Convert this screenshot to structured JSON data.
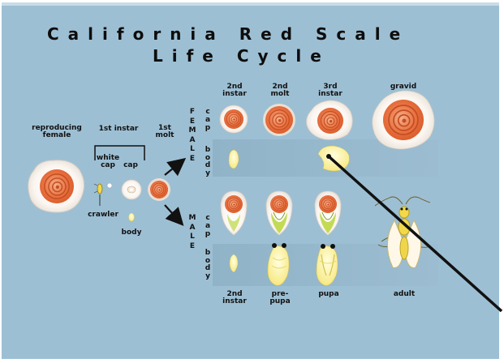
{
  "title": {
    "line1": "California Red Scale",
    "line2": "Life Cycle"
  },
  "colors": {
    "background": "#9dbfd3",
    "band": "#8fb1c6",
    "scale_orange": "#e8703f",
    "body_yellow": "#fdf2a3",
    "arrow": "#111111"
  },
  "labels": {
    "reproducing_female": [
      "reproducing",
      "female"
    ],
    "first_instar": "1st instar",
    "first_molt": [
      "1st",
      "molt"
    ],
    "white_cap": [
      "white",
      "cap"
    ],
    "cap": "cap",
    "crawler": "crawler",
    "body": "body",
    "female_second_instar": [
      "2nd",
      "instar"
    ],
    "female_second_molt": [
      "2nd",
      "molt"
    ],
    "female_third_instar": [
      "3rd",
      "instar"
    ],
    "gravid": "gravid",
    "male_second_instar": [
      "2nd",
      "instar"
    ],
    "prepupa": [
      "pre-",
      "pupa"
    ],
    "pupa": "pupa",
    "adult": "adult"
  },
  "side_labels": {
    "female": "FEMALE",
    "male": "MALE",
    "cap": "cap",
    "body": "body"
  }
}
